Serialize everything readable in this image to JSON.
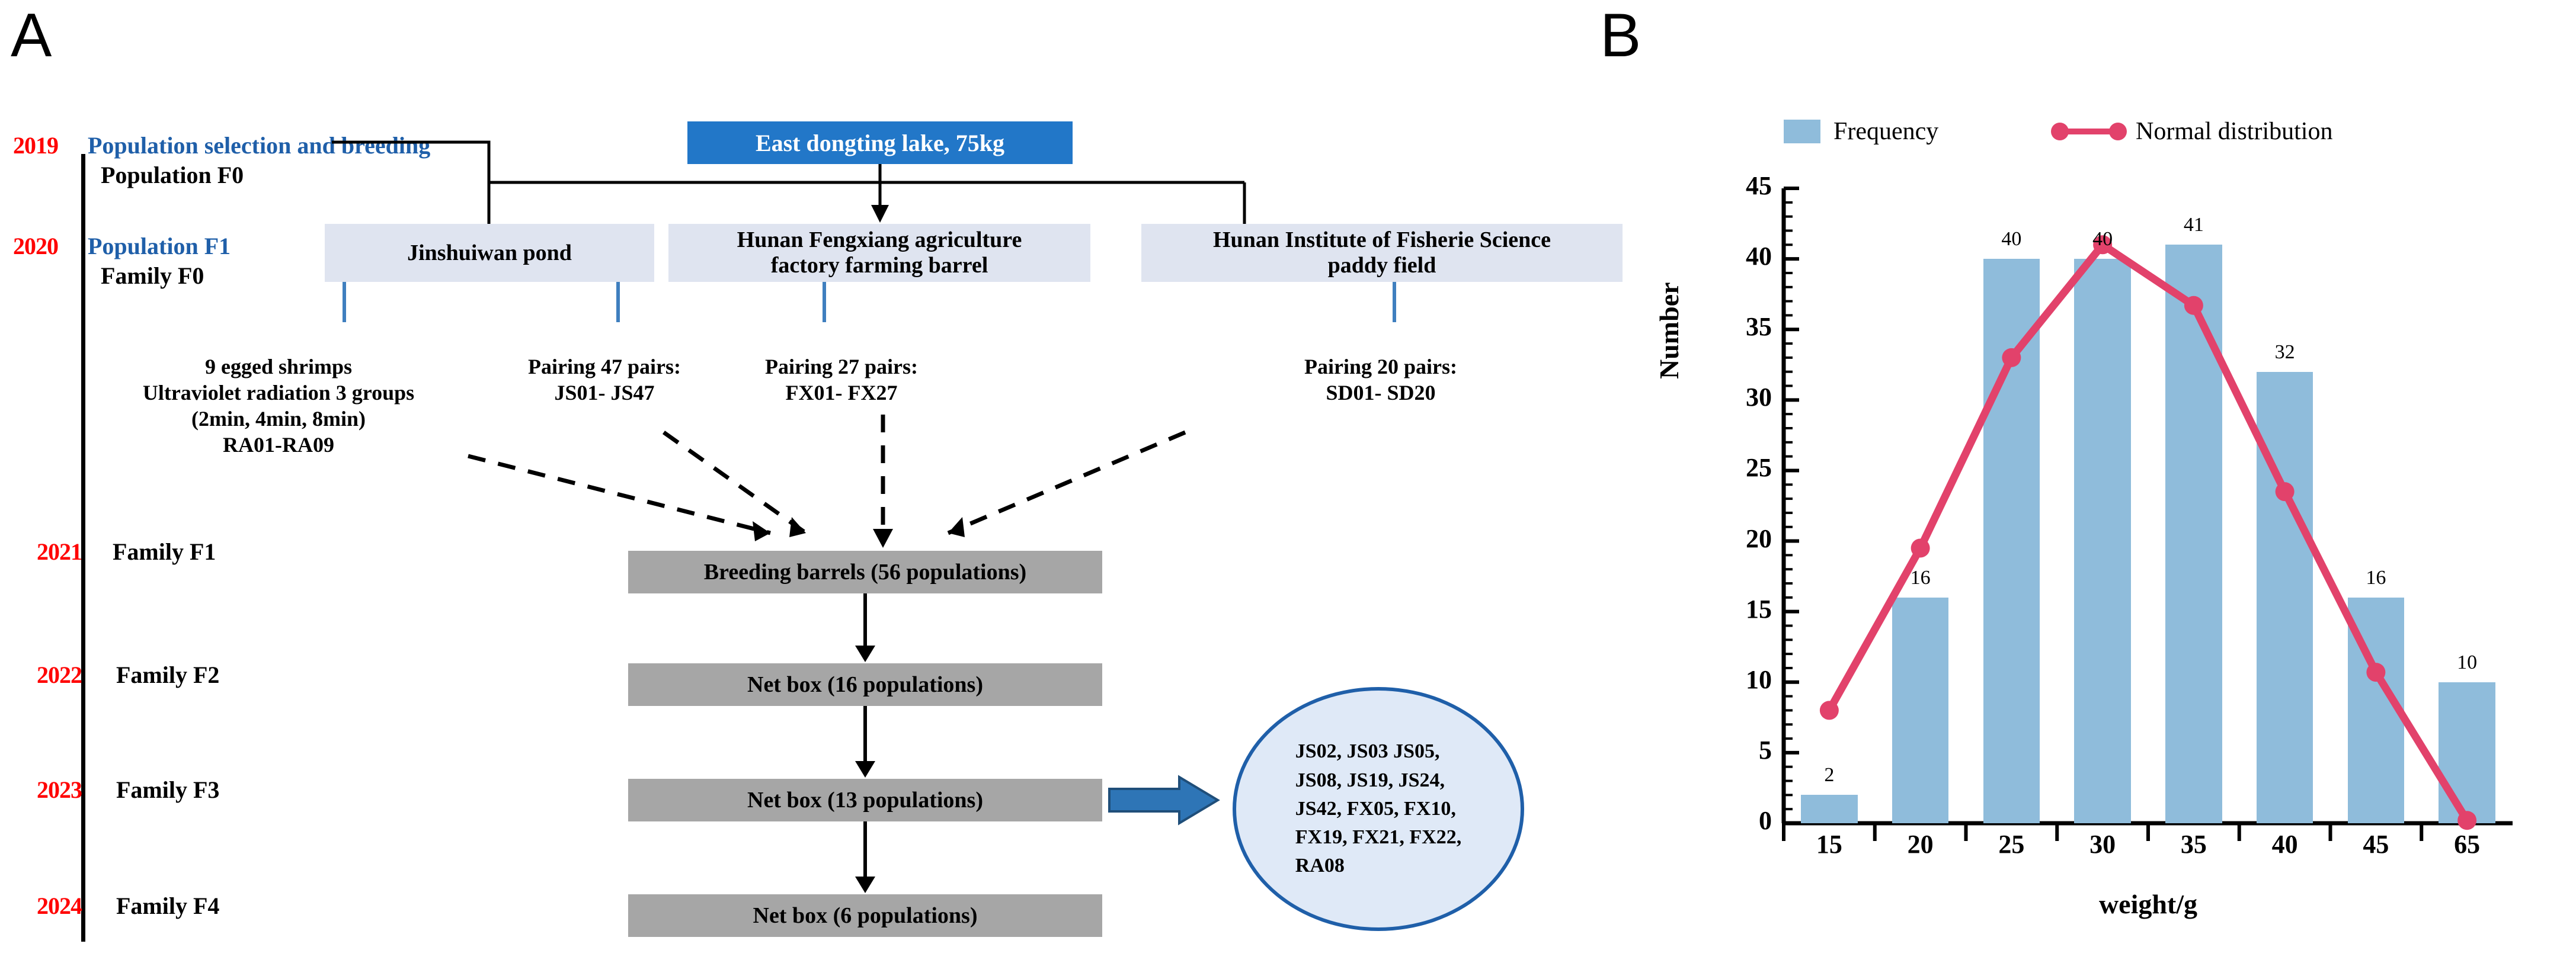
{
  "panels": {
    "a_letter": "A",
    "b_letter": "B"
  },
  "panel_a": {
    "timeline": [
      {
        "year": "2019",
        "gen_blue": "Population selection and breeding",
        "gen_black": "Population F0"
      },
      {
        "year": "2020",
        "gen_blue": "Population F1",
        "gen_black": "Family F0"
      },
      {
        "year": "2021",
        "gen_blue": "",
        "gen_black": "Family F1"
      },
      {
        "year": "2022",
        "gen_blue": "",
        "gen_black": "Family F2"
      },
      {
        "year": "2023",
        "gen_blue": "",
        "gen_black": "Family F3"
      },
      {
        "year": "2024",
        "gen_blue": "",
        "gen_black": "Family F4"
      }
    ],
    "source_box": "East dongting lake,   75kg",
    "institutions": [
      {
        "name": "Jinshuiwan pond"
      },
      {
        "name": "Hunan Fengxiang agriculture\nfactory farming barrel"
      },
      {
        "name": "Hunan Institute of Fisherie Science\npaddy field"
      }
    ],
    "notes": [
      {
        "text": "9 egged shrimps\nUltraviolet radiation 3 groups\n(2min, 4min, 8min)\nRA01-RA09"
      },
      {
        "text": "Pairing 47 pairs:\nJS01- JS47"
      },
      {
        "text": "Pairing 27 pairs:\nFX01- FX27"
      },
      {
        "text": "Pairing 20 pairs:\nSD01- SD20"
      }
    ],
    "process_boxes": [
      {
        "label": "Breeding barrels (56 populations)"
      },
      {
        "label": "Net box (16 populations)"
      },
      {
        "label": "Net box (13 populations)"
      },
      {
        "label": "Net box (6 populations)"
      }
    ],
    "selected_populations": "JS02, JS03  JS05,\nJS08, JS19, JS24,\nJS42, FX05, FX10,\nFX19, FX21, FX22,\nRA08",
    "colors": {
      "year_red": "#ff0000",
      "gen_blue": "#1f5fa9",
      "box_lake": "#2277c8",
      "box_inst": "#dfe4f0",
      "box_gray": "#a6a6a6",
      "ellipse_fill": "#dfe9f7",
      "ellipse_stroke": "#1f5fa9",
      "arrow_blue": "#2e75b6"
    }
  },
  "chart_data": {
    "type": "bar",
    "title": "",
    "xlabel": "weight/g",
    "ylabel": "Number",
    "categories": [
      "15",
      "20",
      "25",
      "30",
      "35",
      "40",
      "45",
      "65"
    ],
    "values": [
      2,
      16,
      40,
      40,
      41,
      32,
      16,
      10
    ],
    "value_labels": [
      "2",
      "16",
      "40",
      "40",
      "41",
      "32",
      "16",
      "10"
    ],
    "series": [
      {
        "name": "Frequency",
        "type": "bar",
        "values": [
          2,
          16,
          40,
          40,
          41,
          32,
          16,
          10
        ],
        "color": "#8fbcdb"
      },
      {
        "name": "Normal distribution",
        "type": "line",
        "values": [
          8,
          19.5,
          33,
          41,
          36.7,
          23.5,
          10.7,
          0.2
        ],
        "color": "#e2426b"
      }
    ],
    "legend": [
      {
        "label": "Frequency",
        "marker": "swatch",
        "color": "#8fbcdb"
      },
      {
        "label": "Normal distribution",
        "marker": "line-dot",
        "color": "#e2426b"
      }
    ],
    "ylim": [
      0,
      45
    ],
    "yticks": [
      "0",
      "5",
      "10",
      "15",
      "20",
      "25",
      "30",
      "35",
      "40",
      "45"
    ],
    "ytick_step": 5,
    "minor_ticks_per_major": 5,
    "grid": false,
    "legend_position": "top"
  }
}
